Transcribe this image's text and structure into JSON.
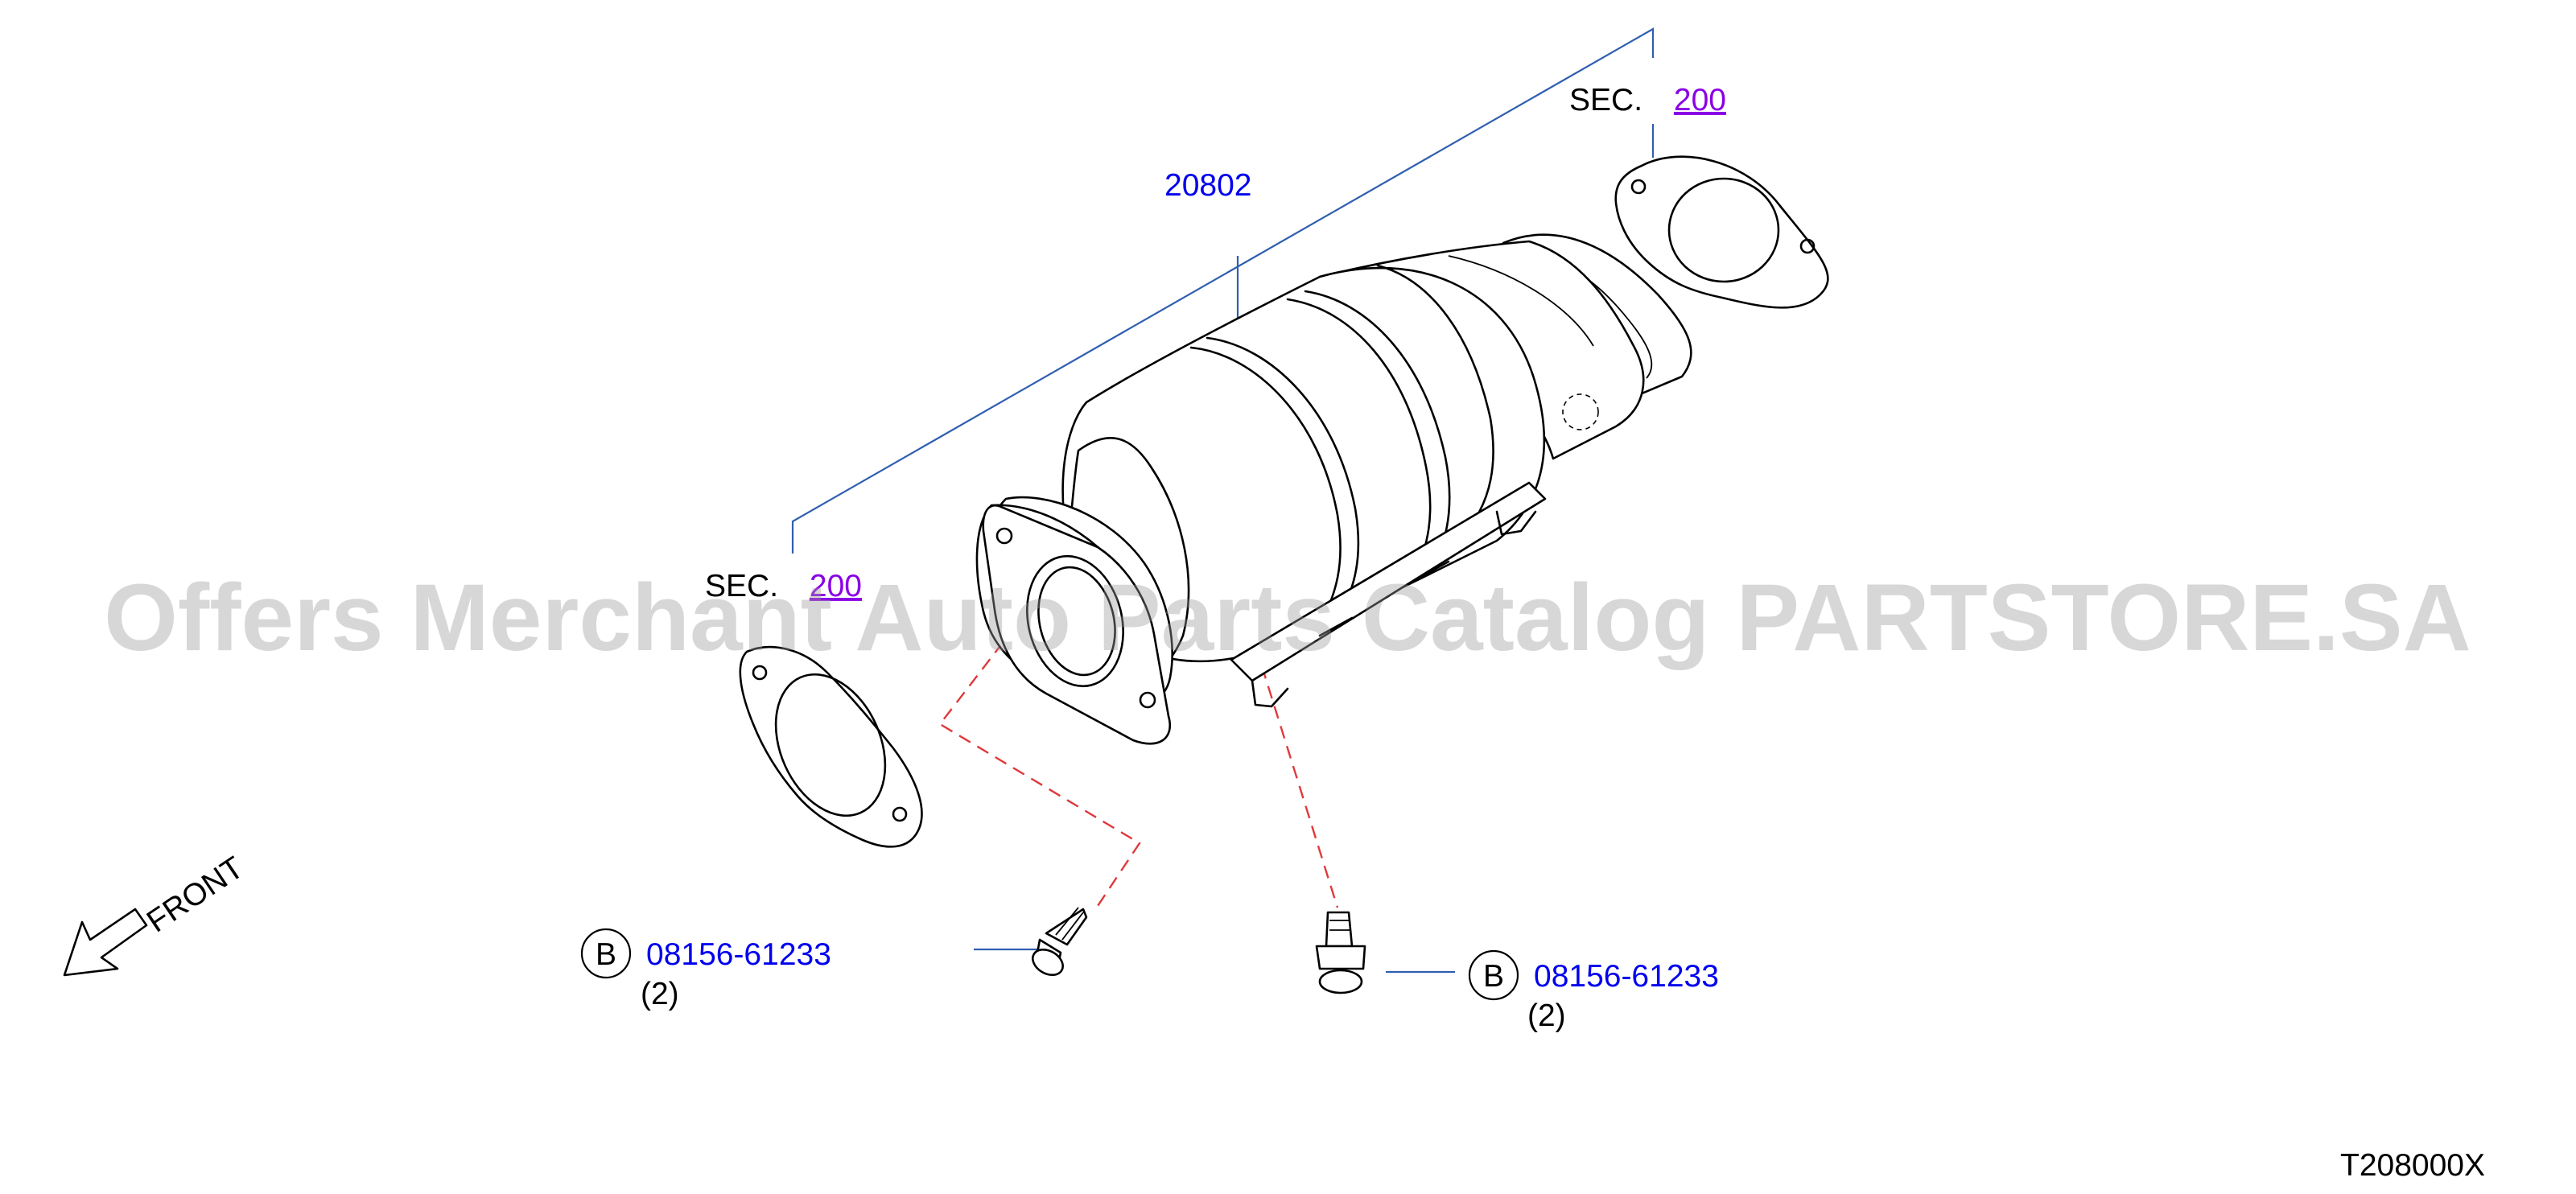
{
  "callouts": {
    "main_part": "20802",
    "sec_top_prefix": "SEC.",
    "sec_top_number": "200",
    "sec_left_prefix": "SEC.",
    "sec_left_number": "200",
    "bolt_left_badge": "B",
    "bolt_left_part": "08156-61233",
    "bolt_left_qty": "(2)",
    "bolt_right_badge": "B",
    "bolt_right_part": "08156-61233",
    "bolt_right_qty": "(2)",
    "front_label": "FRONT",
    "diagram_code": "T208000X"
  },
  "watermark": "Offers Merchant Auto Parts Catalog PARTSTORE.SA",
  "colors": {
    "part_number": "#0000ee",
    "section_number": "#8a00e6",
    "leader_line": "#2f5fb0",
    "fastener_path": "#e0393b",
    "line_art": "#000000"
  },
  "icons": {
    "front_arrow": "front-arrow-icon",
    "badge": "circle-letter-badge"
  }
}
